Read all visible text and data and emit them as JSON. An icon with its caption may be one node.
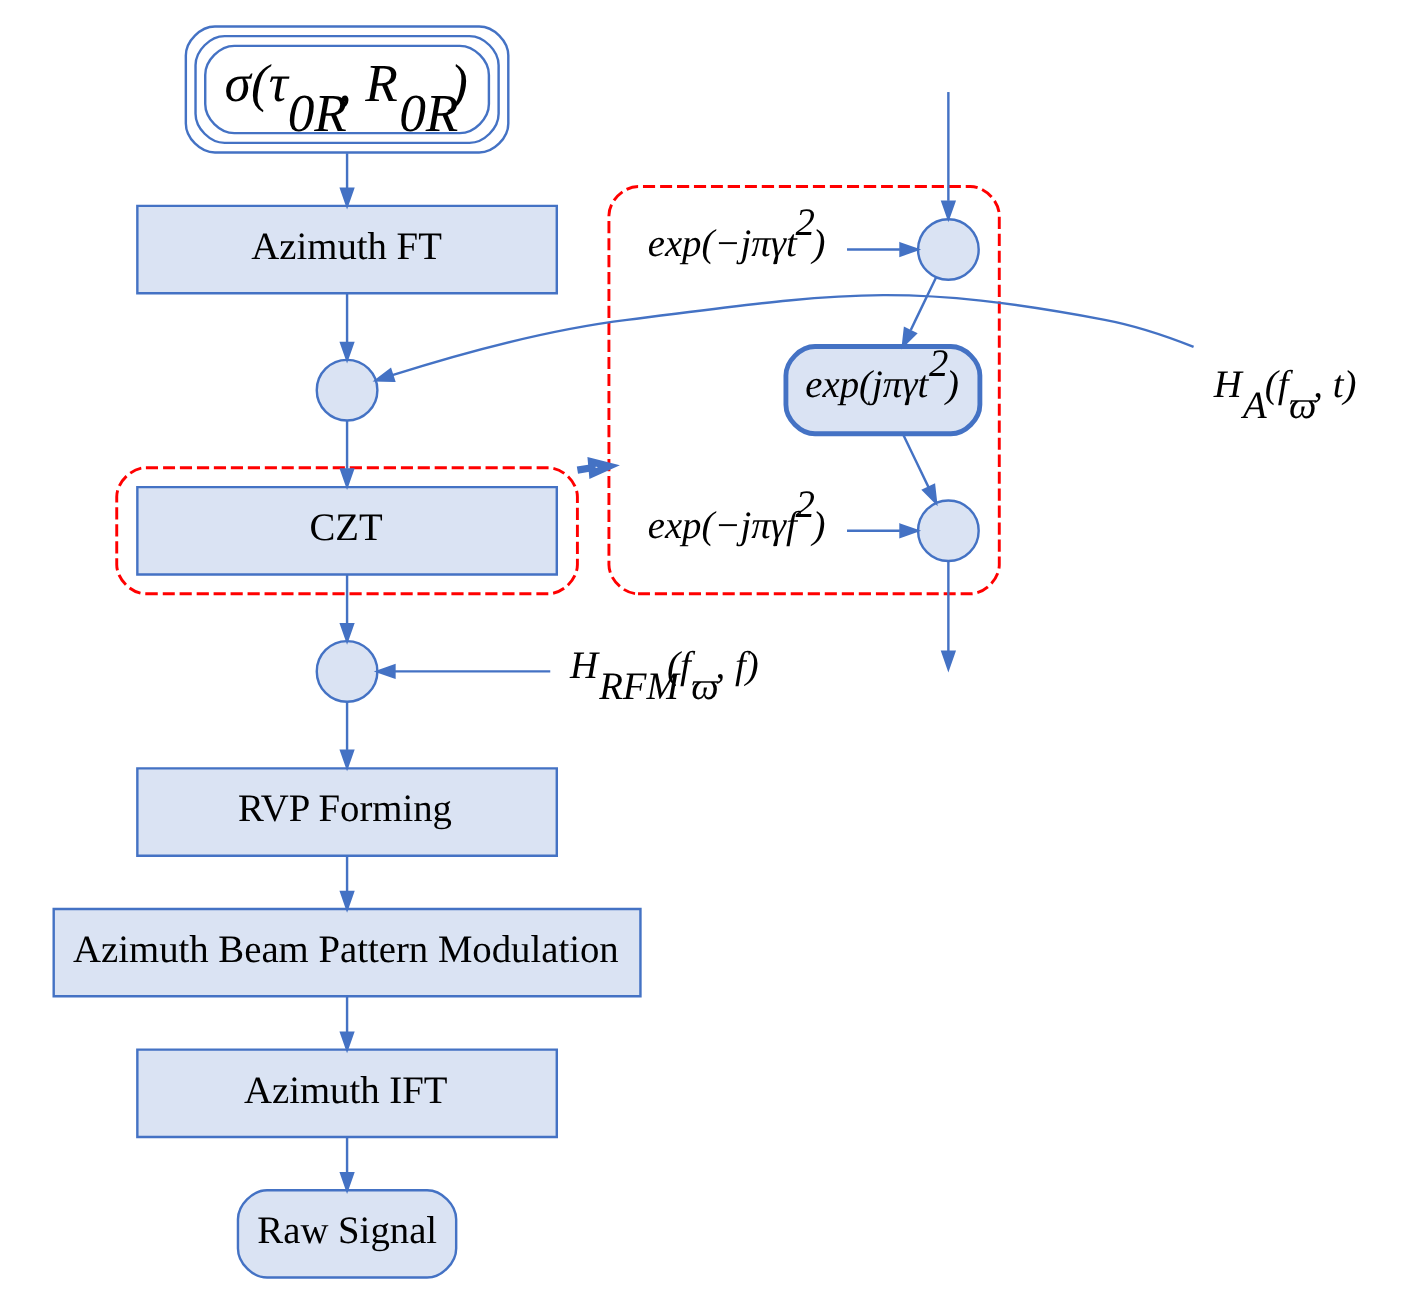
{
  "diagram": {
    "nodes": [
      {
        "text": [
          "σ(τ$_{0R}$, R$_{0R}$)"
        ]
      },
      {
        "text": [
          "Azimuth FT"
        ]
      },
      {
        "text": [],
        "shape": "circle"
      },
      {
        "text": [
          "H$_{A}$(f$_{ϖ}$, t)"
        ]
      },
      {
        "text": [],
        "shape": "box"
      },
      {
        "text": [
          "CZT"
        ],
        "in": 4
      },
      {
        "text": [],
        "shape": "circle"
      },
      {
        "text": [
          "H$_{RFM}$(f$_{ϖ}$, f)"
        ]
      },
      {
        "text": [
          "RVP Forming"
        ]
      },
      {
        "text": [
          "Azimuth Beam Pattern Modulation"
        ]
      },
      {
        "text": [
          "Azimuth IFT"
        ]
      },
      {
        "text": [
          "Raw Signal"
        ]
      },
      {
        "text": [],
        "shape": "box"
      },
      {
        "text": [],
        "shape": "circle",
        "in": 12
      },
      {
        "text": [
          "exp(−jπγt$^{2}$)"
        ],
        "in": 12
      },
      {
        "text": [
          "exp(jπγt$^{2}$)"
        ],
        "in": 12
      },
      {
        "text": [],
        "shape": "circle",
        "in": 12
      },
      {
        "text": [
          "exp(−jπγf$^{2}$)"
        ],
        "in": 12
      }
    ],
    "edges": [
      {
        "from": 0,
        "to": 1,
        "arrow": "to"
      },
      {
        "from": 1,
        "to": 2,
        "arrow": "to"
      },
      {
        "from": 3,
        "to": 2,
        "arrow": "to"
      },
      {
        "from": 2,
        "to": 5,
        "arrow": "to"
      },
      {
        "from": 5,
        "to": 6,
        "arrow": "to"
      },
      {
        "from": 7,
        "to": 6,
        "arrow": "to"
      },
      {
        "from": 6,
        "to": 8,
        "arrow": "to"
      },
      {
        "from": 8,
        "to": 9,
        "arrow": "to"
      },
      {
        "from": 9,
        "to": 10,
        "arrow": "to"
      },
      {
        "from": 10,
        "to": 11,
        "arrow": "to"
      },
      {
        "from": 4,
        "to": 12,
        "arrow": "to",
        "style": "thick"
      },
      {
        "from": null,
        "to": 13,
        "arrow": "to"
      },
      {
        "from": 14,
        "to": 13,
        "arrow": "to"
      },
      {
        "from": 13,
        "to": 15,
        "arrow": "to"
      },
      {
        "from": 15,
        "to": 16,
        "arrow": "to"
      },
      {
        "from": 17,
        "to": 16,
        "arrow": "to"
      },
      {
        "from": 16,
        "to": null,
        "arrow": "to"
      }
    ]
  }
}
